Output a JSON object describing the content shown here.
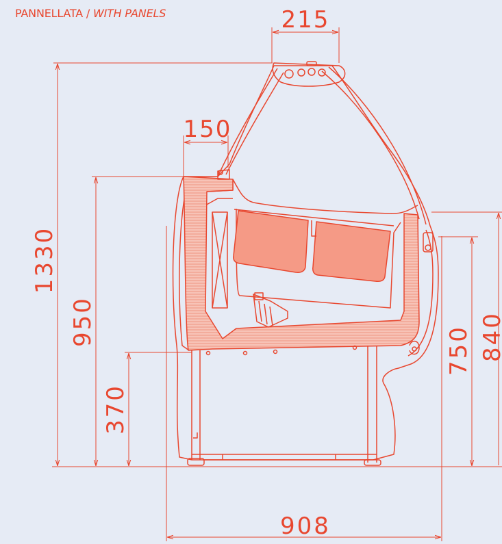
{
  "caption": {
    "text_it": "PANNELLATA",
    "separator": " / ",
    "text_en": "WITH PANELS"
  },
  "dimensions": {
    "top_width": "215",
    "canopy_width": "150",
    "total_height": "1330",
    "counter_height": "950",
    "base_height": "370",
    "rear_height": "750",
    "side_height": "840",
    "total_depth": "908"
  },
  "colors": {
    "background": "#e6ebf5",
    "line": "#e8472f",
    "fill": "#f59a86",
    "hatch": "#f2b3a5"
  }
}
